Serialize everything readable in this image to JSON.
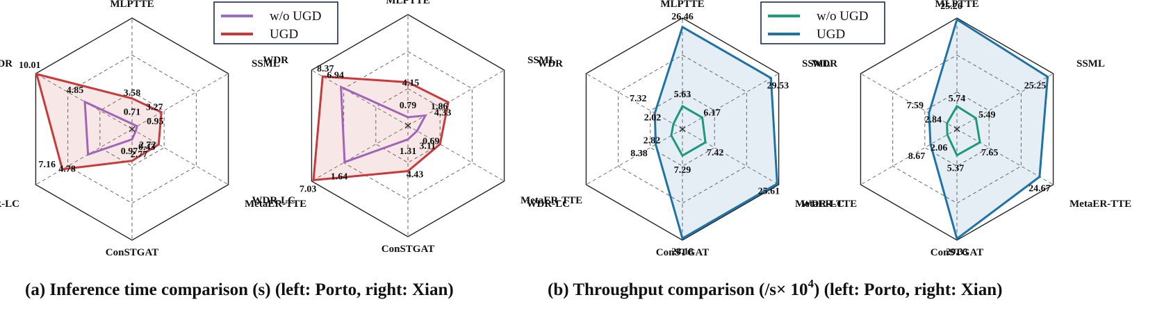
{
  "captions": {
    "a": "(a) Inference time comparison (s) (left: Porto, right: Xian)",
    "b_prefix": "(b) Throughput comparison (/s× 10",
    "b_exp": "4",
    "b_suffix": ") (left: Porto, right: Xian)"
  },
  "legends": [
    {
      "items": [
        {
          "label": "w/o UGD",
          "color": "#9b6bc9"
        },
        {
          "label": "UGD",
          "color": "#c83a3a"
        }
      ]
    },
    {
      "items": [
        {
          "label": "w/o UGD",
          "color": "#1e9e78"
        },
        {
          "label": "UGD",
          "color": "#1f72a6"
        }
      ]
    }
  ],
  "chart_data": [
    {
      "type": "radar",
      "axes": [
        "MLPTTE",
        "SSML",
        "MetaER-TTE",
        "ConSTGAT",
        "WDR-LC",
        "WDR"
      ],
      "max": 10.5,
      "fill_series": 1,
      "series": [
        {
          "name": "w/o UGD",
          "color": "#9b6bc9",
          "values": [
            0.71,
            0.95,
            0.43,
            0.97,
            4.78,
            4.85
          ],
          "plot": [
            0.5,
            0.55,
            0.4,
            0.97,
            4.8,
            5.15
          ]
        },
        {
          "name": "UGD",
          "color": "#c83a3a",
          "values": [
            3.58,
            3.27,
            2.72,
            2.77,
            7.16,
            10.01
          ],
          "plot": [
            2.9,
            3.2,
            2.9,
            3.0,
            7.6,
            10.4
          ]
        }
      ]
    },
    {
      "type": "radar",
      "axes": [
        "MLPTTE",
        "SSML",
        "MetaER-TTE",
        "ConSTGAT",
        "WDR-LC",
        "WDR"
      ],
      "max": 10.5,
      "fill_series": 1,
      "series": [
        {
          "name": "w/o UGD",
          "color": "#9b6bc9",
          "values": [
            0.79,
            1.86,
            0.69,
            1.31,
            1.64,
            6.94
          ],
          "plot": [
            0.8,
            1.9,
            1.0,
            1.3,
            6.9,
            7.3
          ]
        },
        {
          "name": "UGD",
          "color": "#c83a3a",
          "values": [
            4.15,
            4.33,
            3.11,
            4.43,
            7.03,
            8.37
          ],
          "plot": [
            4.1,
            4.4,
            3.5,
            4.3,
            10.3,
            9.3
          ]
        }
      ]
    },
    {
      "type": "radar",
      "axes": [
        "MLPTTE",
        "SSML",
        "MetaER-TTE",
        "ConSTGAT",
        "WDR-LC",
        "WDR"
      ],
      "max": 31,
      "fill_series": 1,
      "series": [
        {
          "name": "w/o UGD",
          "color": "#1e9e78",
          "values": [
            5.63,
            6.17,
            7.42,
            7.29,
            2.82,
            2.02
          ],
          "plot": [
            6.4,
            6.4,
            7.4,
            7.4,
            3.6,
            2.9
          ]
        },
        {
          "name": "UGD",
          "color": "#1f72a6",
          "values": [
            26.46,
            29.53,
            25.61,
            28.18,
            8.38,
            7.32
          ],
          "plot": [
            28.5,
            28.5,
            30.5,
            30.5,
            8.6,
            8.9
          ]
        }
      ]
    },
    {
      "type": "radar",
      "axes": [
        "MLPTTE",
        "SSML",
        "MetaER-TTE",
        "ConSTGAT",
        "WDR-LC",
        "WDR"
      ],
      "max": 31,
      "fill_series": 1,
      "series": [
        {
          "name": "w/o UGD",
          "color": "#1e9e78",
          "values": [
            5.74,
            5.49,
            7.65,
            5.37,
            2.06,
            2.84
          ],
          "plot": [
            6.4,
            6.1,
            7.4,
            7.3,
            3.1,
            3.2
          ]
        },
        {
          "name": "UGD",
          "color": "#1f72a6",
          "values": [
            25.26,
            25.25,
            24.67,
            29.33,
            8.67,
            7.59
          ],
          "plot": [
            30.6,
            29.2,
            26.6,
            30.6,
            8.5,
            9.0
          ]
        }
      ]
    }
  ]
}
